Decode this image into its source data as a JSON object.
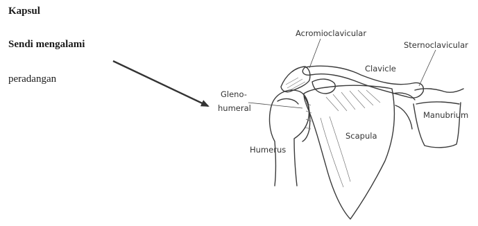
{
  "captions": {
    "line1": "Kapsul",
    "line2": "Sendi mengalami",
    "line3": "peradangan"
  },
  "labels": {
    "acromioclavicular": "Acromioclavicular",
    "sternoclavicular": "Sternoclavicular",
    "clavicle": "Clavicle",
    "gleno": "Gleno-",
    "humeral": "humeral",
    "manubrium": "Manubrium",
    "scapula": "Scapula",
    "humerus": "Humerus"
  },
  "colors": {
    "ink": "#3a3a3a",
    "arrow": "#333333",
    "text": "#1a1a1a"
  }
}
